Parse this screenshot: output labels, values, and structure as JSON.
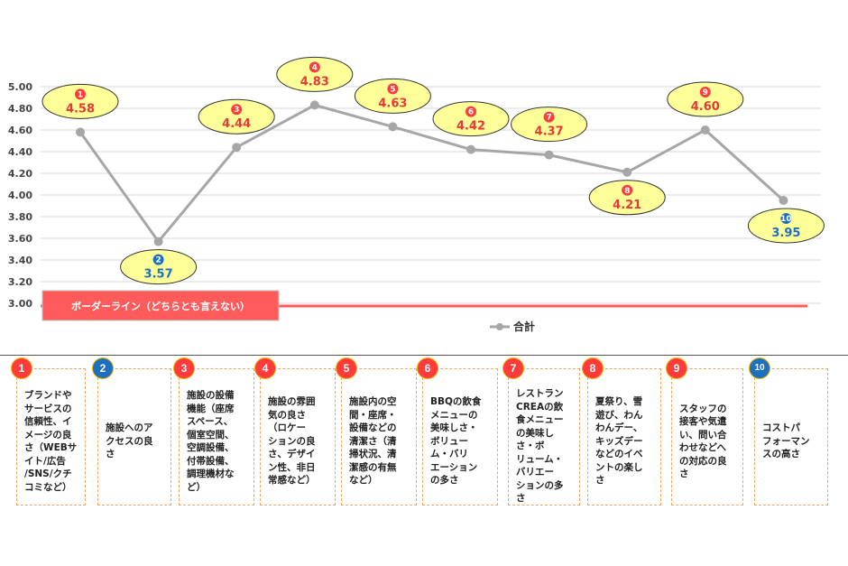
{
  "chart_data": {
    "type": "line",
    "categories": [
      "1",
      "2",
      "3",
      "4",
      "5",
      "6",
      "7",
      "8",
      "9",
      "10"
    ],
    "series": [
      {
        "name": "合計",
        "values": [
          4.58,
          3.57,
          4.44,
          4.83,
          4.63,
          4.42,
          4.37,
          4.21,
          4.6,
          3.95
        ]
      }
    ],
    "point_labels": [
      "4.58",
      "3.57",
      "4.44",
      "4.83",
      "4.63",
      "4.42",
      "4.37",
      "4.21",
      "4.60",
      "3.95"
    ],
    "point_markers": [
      "❶",
      "❷",
      "❸",
      "❹",
      "❺",
      "❻",
      "❼",
      "❽",
      "❾",
      "❿"
    ],
    "ylim": [
      3.0,
      5.0
    ],
    "yticks": [
      "3.00",
      "3.20",
      "3.40",
      "3.60",
      "3.80",
      "4.00",
      "4.20",
      "4.40",
      "4.60",
      "4.80",
      "5.00"
    ],
    "grid": true,
    "legend_position": "bottom",
    "borderline": {
      "value": 3.0,
      "label": "ボーダーライン（どちらとも言えない）"
    },
    "colors": {
      "line": "#a6a6a6",
      "borderline": "#ff5b5b",
      "bubble_fill": "#ffff99",
      "bubble_stroke": "#333333",
      "badge_red": "#ff3b3b",
      "badge_blue": "#1f6fbf",
      "value_red": "#e53935",
      "value_blue": "#1f6fbf"
    }
  },
  "items": [
    {
      "num": "1",
      "badge_color": "red",
      "text": "ブランドや\nサービスの\n信頼性、イ\nメージの良\nさ（WEBサ\nイト/広告\n/SNS/クチ\nコミなど）"
    },
    {
      "num": "2",
      "badge_color": "blue",
      "text": "施設へのア\nクセスの良\nさ"
    },
    {
      "num": "3",
      "badge_color": "red",
      "text": "施設の設備\n機能（座席\nスペース、\n個室空間、\n空調設備、\n付帯設備、\n調理機材な\nど）"
    },
    {
      "num": "4",
      "badge_color": "red",
      "text": "施設の雰囲\n気の良さ\n（ロケー\nションの良\nさ、デザイ\nン性、非日\n常感など）"
    },
    {
      "num": "5",
      "badge_color": "red",
      "text": "施設内の空\n間・座席・\n設備などの\n清潔さ（清\n掃状況、清\n潔感の有無\nなど）"
    },
    {
      "num": "6",
      "badge_color": "red",
      "text": "BBQの飲食\nメニューの\n美味しさ・\nボリュー\nム・バリ\nエーション\nの多さ"
    },
    {
      "num": "7",
      "badge_color": "red",
      "text": "レストラン\nCREAの飲\n食メニュー\nの美味し\nさ・ボ\nリューム・\nバリエー\nションの多\nさ"
    },
    {
      "num": "8",
      "badge_color": "red",
      "text": "夏祭り、雪\n遊び、わん\nわんデー、\nキッズデー\nなどのイベ\nントの楽し\nさ"
    },
    {
      "num": "9",
      "badge_color": "red",
      "text": "スタッフの\n接客や気遣\nい、問い合\nわせなどへ\nの対応の良\nさ"
    },
    {
      "num": "10",
      "badge_color": "blue",
      "text": "コストパ\nフォーマン\nスの高さ"
    }
  ]
}
